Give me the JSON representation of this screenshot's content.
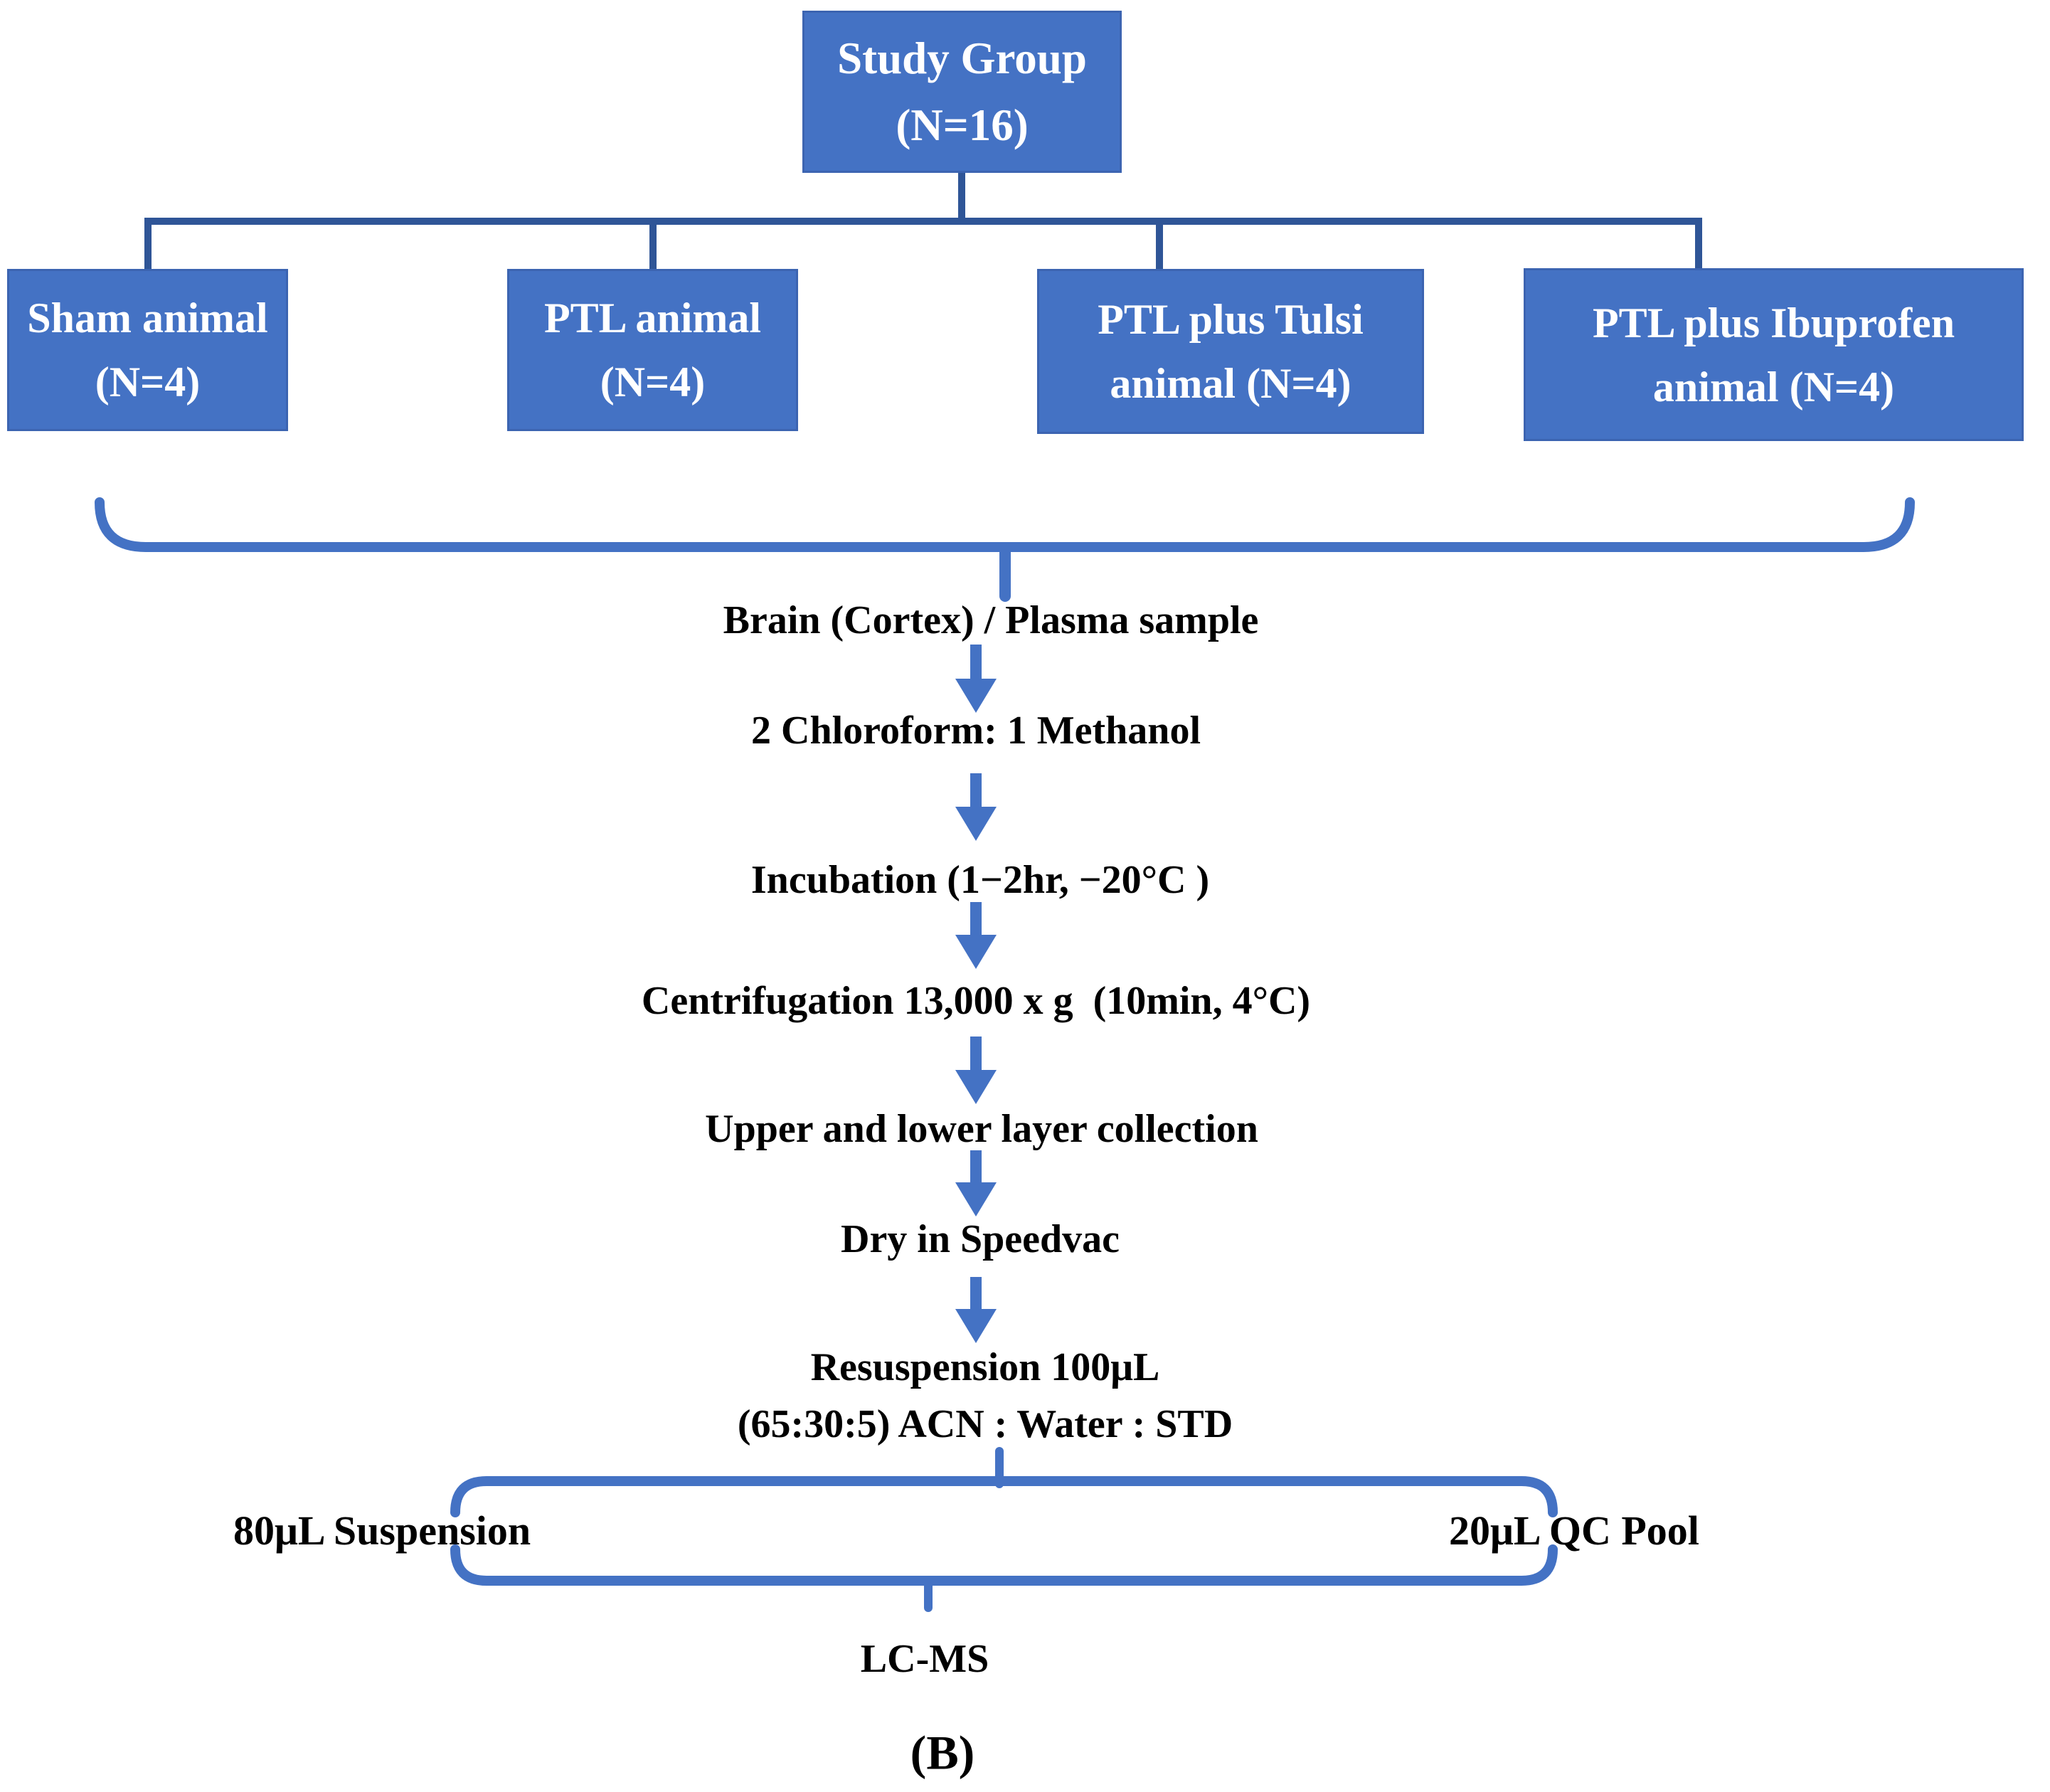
{
  "figure_label": "(B)",
  "colors": {
    "box_fill": "#4472C4",
    "box_border": "#3C64B1",
    "tree_connector": "#2F5597",
    "accent_blue": "#4472C4",
    "text_black": "#000000",
    "box_text_white": "#FFFFFF"
  },
  "study_group": {
    "line1": "Study Group",
    "line2": "(N=16)"
  },
  "groups": [
    {
      "line1": "Sham animal",
      "line2": "(N=4)"
    },
    {
      "line1": "PTL animal",
      "line2": "(N=4)"
    },
    {
      "line1": "PTL plus Tulsi",
      "line2": "animal (N=4)"
    },
    {
      "line1": "PTL plus Ibuprofen",
      "line2": "animal (N=4)"
    }
  ],
  "workflow_steps": [
    "Brain (Cortex) / Plasma sample",
    "2 Chloroform: 1 Methanol",
    "Incubation (1−2hr, −20°C )",
    "Centrifugation 13,000 x g  (10min, 4°C)",
    "Upper and lower layer collection",
    "Dry in Speedvac"
  ],
  "resuspension": {
    "line1": "Resuspension 100μL",
    "line2": "(65:30:5) ACN : Water : STD"
  },
  "split": {
    "left": "80μL Suspension",
    "right": "20μL QC Pool"
  },
  "final_step": "LC-MS"
}
